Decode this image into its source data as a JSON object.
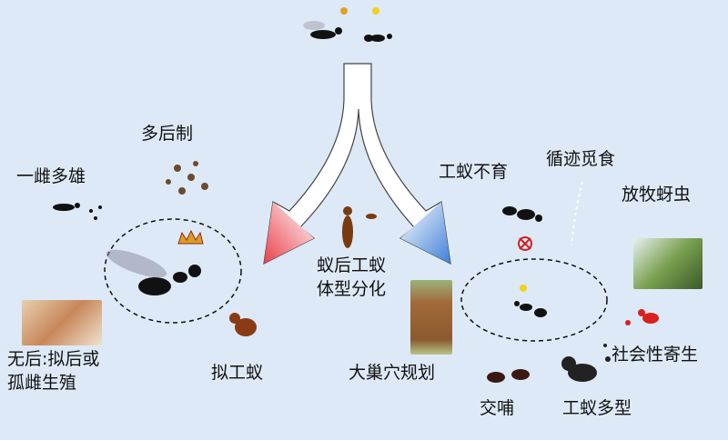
{
  "labels": {
    "polyandry": "一雌多雄",
    "polygyny": "多后制",
    "queenless_1": "无后:拟后或",
    "queenless_2": "孤雌生殖",
    "gamergate": "拟工蚁",
    "caste_1": "蚁后工蚁",
    "caste_2": "体型分化",
    "nest": "大巢穴规划",
    "sterile": "工蚁不育",
    "trail": "循迹觅食",
    "aphid": "放牧蚜虫",
    "parasite": "社会性寄生",
    "trophallaxis": "交哺",
    "polymorph": "工蚁多型"
  },
  "colors": {
    "background": "#dde9f6",
    "left_arrow": "#e8404a",
    "right_arrow": "#3f7fd8"
  }
}
